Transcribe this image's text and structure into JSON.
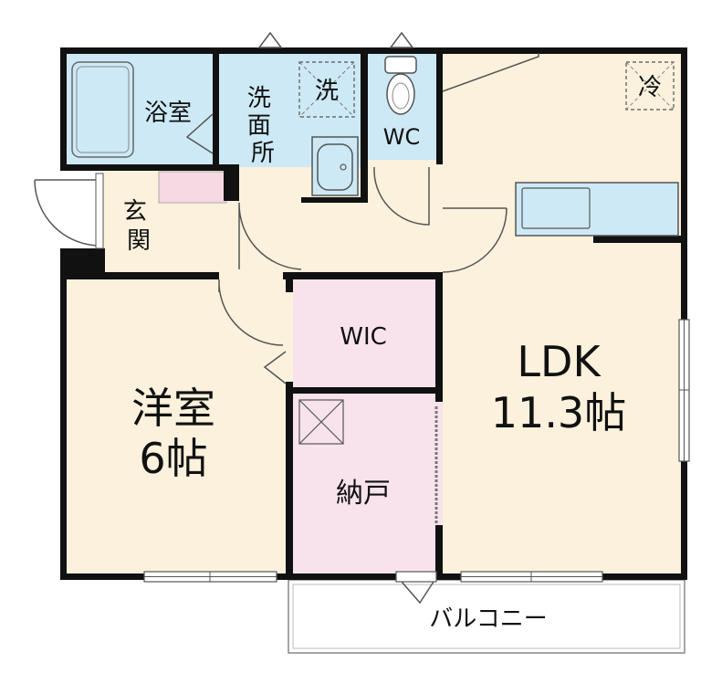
{
  "rooms": {
    "bath": "浴室",
    "washroom": "洗\n面\n所",
    "washer": "洗",
    "wc": "WC",
    "entrance": "玄\n関",
    "wic": "WIC",
    "western_room_name": "洋室",
    "western_room_size": "6帖",
    "storage": "納戸",
    "ldk_name": "LDK",
    "ldk_size": "11.3帖",
    "fridge": "冷",
    "balcony": "バルコニー"
  },
  "colors": {
    "wet_area": "#cde9f6",
    "wood_floor": "#fbf1dc",
    "wic_pink": "#f8e3ec",
    "shoe_box_pink": "#f6d9e3",
    "wall": "#111111"
  }
}
